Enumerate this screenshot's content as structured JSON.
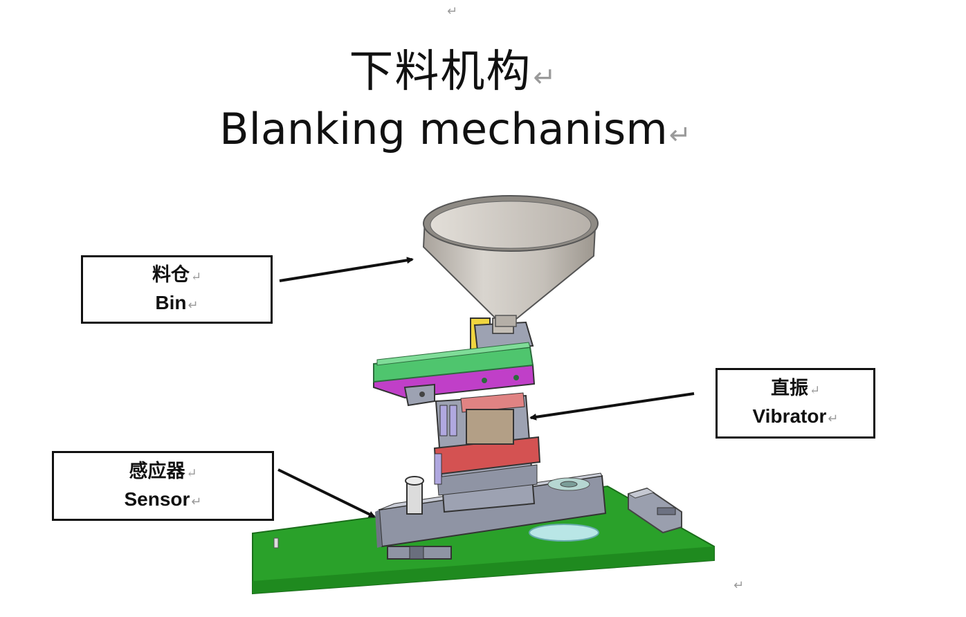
{
  "title": {
    "cn": "下料机构",
    "en": "Blanking mechanism",
    "para_mark": "↵"
  },
  "callouts": {
    "bin": {
      "cn": "料仓",
      "en": "Bin"
    },
    "vibrator": {
      "cn": "直振",
      "en": "Vibrator"
    },
    "sensor": {
      "cn": "感应器",
      "en": "Sensor"
    }
  },
  "colors": {
    "hopper": "#c9c4bd",
    "feeder_track": "#4fc56e",
    "feeder_plate": "#c03fc8",
    "vibrator_red": "#d45252",
    "base_plate": "#2aa12a",
    "frame": "#8f94a4"
  }
}
